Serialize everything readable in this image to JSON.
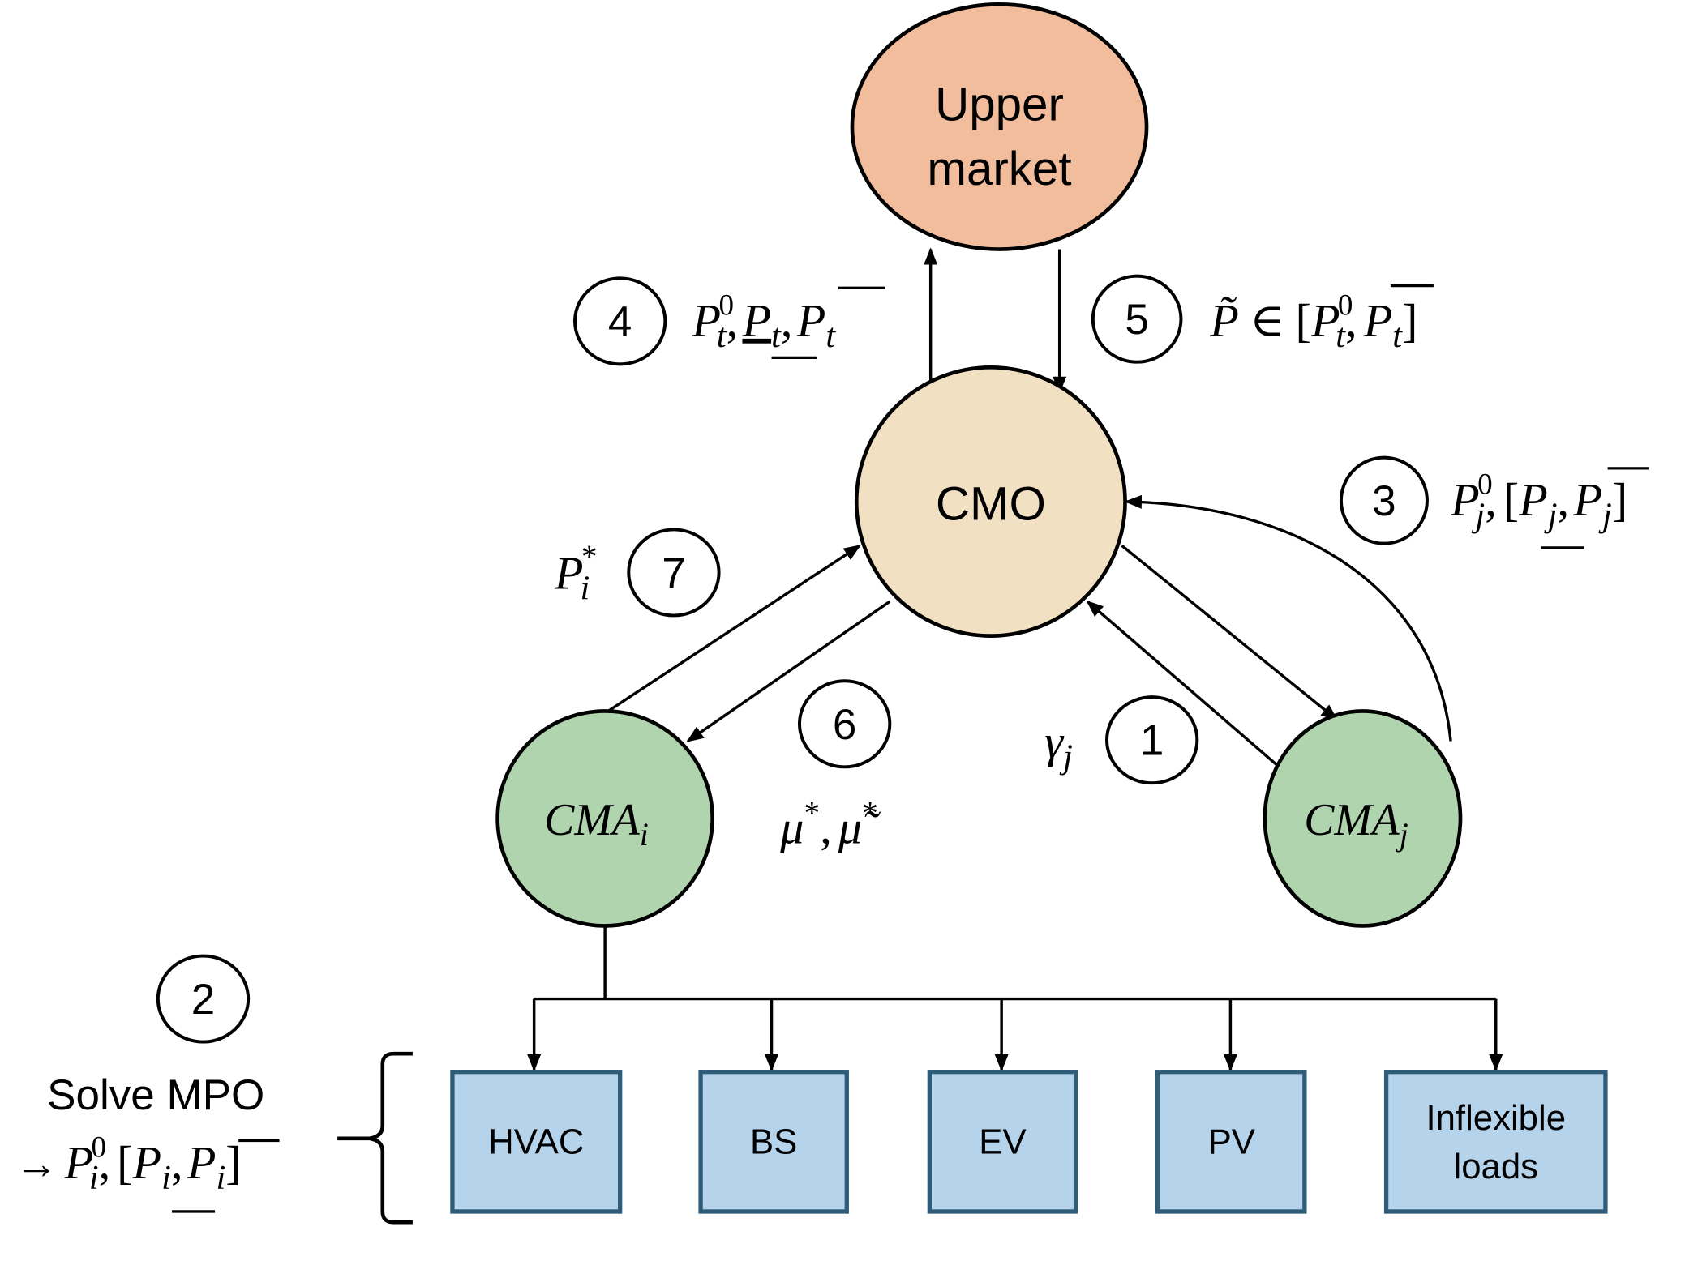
{
  "colors": {
    "upper_market_fill": "#f2bd9d",
    "cmo_fill": "#f2e0c2",
    "cma_fill": "#afd4ae",
    "device_fill": "#b6d3ec",
    "device_stroke": "#2f5c78"
  },
  "nodes": {
    "upper_market": {
      "line1": "Upper",
      "line2": "market"
    },
    "cmo": {
      "label": "CMO"
    },
    "cma_i": {
      "base": "CMA",
      "sub": "i"
    },
    "cma_j": {
      "base": "CMA",
      "sub": "j"
    }
  },
  "steps": [
    {
      "number": "1",
      "label": {
        "base": "γ",
        "sub": "j"
      }
    },
    {
      "number": "2",
      "title": "Solve MPO",
      "arrow": "→",
      "expr": "P_i^0, [P_i_lower, P_i_upper]"
    },
    {
      "number": "3",
      "expr": "P_j^0, [P_j_lower, P_j_upper]"
    },
    {
      "number": "4",
      "expr": "P_t^0, P_t_lower, P_t_upper"
    },
    {
      "number": "5",
      "expr": "P̃ ∈ [P_t^0, P_t_upper]"
    },
    {
      "number": "6",
      "expr": "μ*, μ̃*"
    },
    {
      "number": "7",
      "expr": "P_i*"
    }
  ],
  "math": {
    "P": "P",
    "zero": "0",
    "t": "t",
    "i": "i",
    "j": "j",
    "star": "*",
    "comma": ",",
    "lbr": "[",
    "rbr": "]",
    "in": "∈",
    "P_tilde": "P̃",
    "mu": "μ",
    "mu_tilde": "μ̃"
  },
  "devices": [
    {
      "label": "HVAC"
    },
    {
      "label": "BS"
    },
    {
      "label": "EV"
    },
    {
      "label": "PV"
    },
    {
      "label_line1": "Inflexible",
      "label_line2": "loads"
    }
  ]
}
